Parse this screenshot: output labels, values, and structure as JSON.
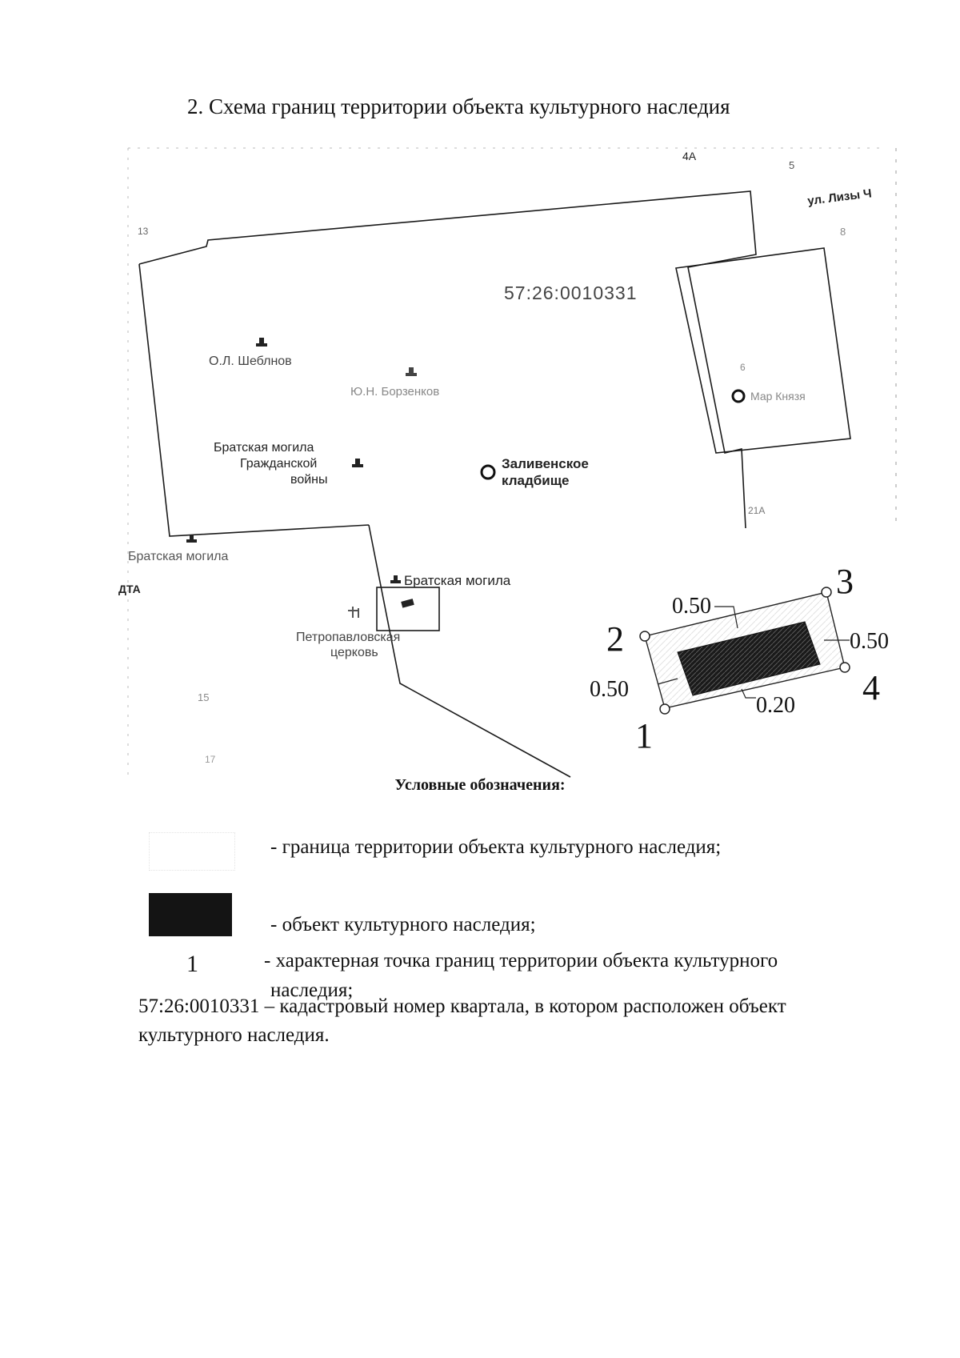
{
  "title": "2. Схема границ территории объекта культурного наследия",
  "map": {
    "cadastral_number": "57:26:0010331",
    "street": "ул. Лизы Ч",
    "house_numbers": {
      "n4a": "4А",
      "n5": "5",
      "n8": "8",
      "n13": "13",
      "n6": "6",
      "n21a": "21А",
      "n15": "15",
      "n17": "17"
    },
    "grave_1": "О.Л. Шеблнов",
    "grave_2": "Ю.Н. Борзенков",
    "grave_3": [
      "Братская могила",
      "Гражданской",
      "войны"
    ],
    "cemetery": [
      "Заливенское",
      "кладбище"
    ],
    "church": [
      "Петропавловская",
      "церковь"
    ],
    "mass_grave_left": "Братская могила",
    "mass_grave_center": "Братская могила",
    "fragment_left": "ДТА",
    "fragment_right": "Мар Князя"
  },
  "inset": {
    "points": [
      "1",
      "2",
      "3",
      "4"
    ],
    "dims": [
      "0.50",
      "0.50",
      "0.50",
      "0.20"
    ]
  },
  "legend": {
    "heading": "Условные обозначения:",
    "boundary": "- граница территории объекта культурного наследия;",
    "object": "- объект культурного наследия;",
    "point_marker": "1",
    "point_line1": "- характерная точка границ территории объекта культурного",
    "point_line2": "наследия;",
    "note": "57:26:0010331 – кадастровый номер квартала, в котором расположен объект культурного наследия."
  }
}
